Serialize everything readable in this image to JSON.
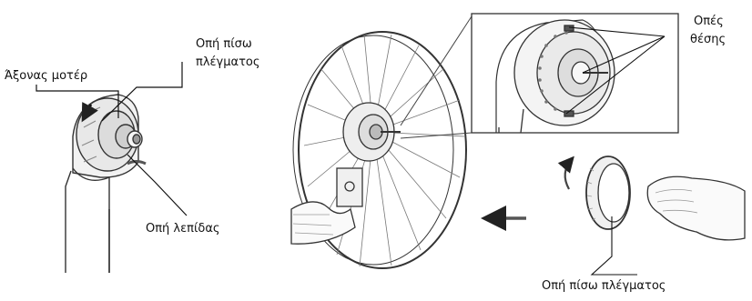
{
  "labels": {
    "motor_shaft": "Άξονας μοτέρ",
    "rear_grill_hole_line1": "Οπή πίσω",
    "rear_grill_hole_line2": "πλέγματος",
    "blade_hole": "Οπή λεπίδας",
    "position_holes_line1": "Οπές",
    "position_holes_line2": "θέσης",
    "rear_grill_hole_bottom": "Οπή πίσω πλέγματος"
  }
}
